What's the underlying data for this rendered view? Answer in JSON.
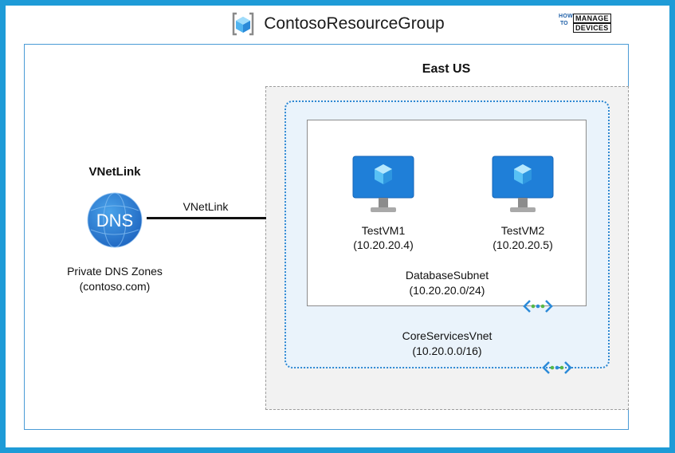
{
  "header": {
    "title": "ContosoResourceGroup",
    "brand_how": "HOW",
    "brand_to": "TO",
    "brand_manage": "MANAGE",
    "brand_devices": "DEVICES"
  },
  "region": {
    "label": "East US"
  },
  "dns": {
    "heading": "VNetLink",
    "icon_text": "DNS",
    "name": "Private DNS Zones",
    "zone": "(contoso.com)"
  },
  "link": {
    "label": "VNetLink"
  },
  "vms": [
    {
      "name": "TestVM1",
      "ip": "(10.20.20.4)"
    },
    {
      "name": "TestVM2",
      "ip": "(10.20.20.5)"
    }
  ],
  "subnet": {
    "name": "DatabaseSubnet",
    "cidr": "(10.20.20.0/24)"
  },
  "vnet": {
    "name": "CoreServicesVnet",
    "cidr": "(10.20.0.0/16)"
  },
  "colors": {
    "frame": "#1e9bd7",
    "vnet_border": "#2e88d2",
    "vnet_fill": "#eaf3fb",
    "region_fill": "#f2f2f2",
    "dns_blue": "#2b7cd3",
    "vm_blue": "#1f7fd8"
  },
  "icons": {
    "resource_group": "resource-group-icon",
    "dns": "dns-zone-icon",
    "vm": "virtual-machine-icon",
    "vnet": "virtual-network-icon"
  }
}
